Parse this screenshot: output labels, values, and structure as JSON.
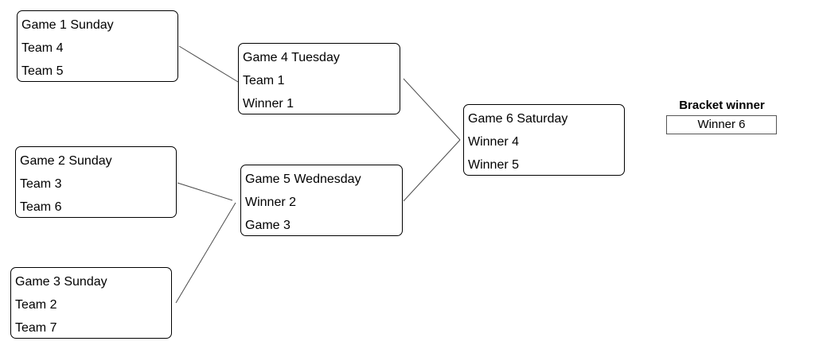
{
  "games": [
    {
      "title": "Game 1 Sunday",
      "team_a": "Team 4",
      "team_b": "Team 5"
    },
    {
      "title": "Game 2 Sunday",
      "team_a": "Team 3",
      "team_b": "Team 6"
    },
    {
      "title": "Game 3 Sunday",
      "team_a": "Team 2",
      "team_b": "Team 7"
    },
    {
      "title": "Game 4 Tuesday",
      "team_a": "Team 1",
      "team_b": "Winner 1"
    },
    {
      "title": "Game 5 Wednesday",
      "team_a": "Winner 2",
      "team_b": "Game 3"
    },
    {
      "title": "Game 6 Saturday",
      "team_a": "Winner 4",
      "team_b": "Winner 5"
    }
  ],
  "bracket_winner": {
    "label": "Bracket winner",
    "value": "Winner 6"
  }
}
